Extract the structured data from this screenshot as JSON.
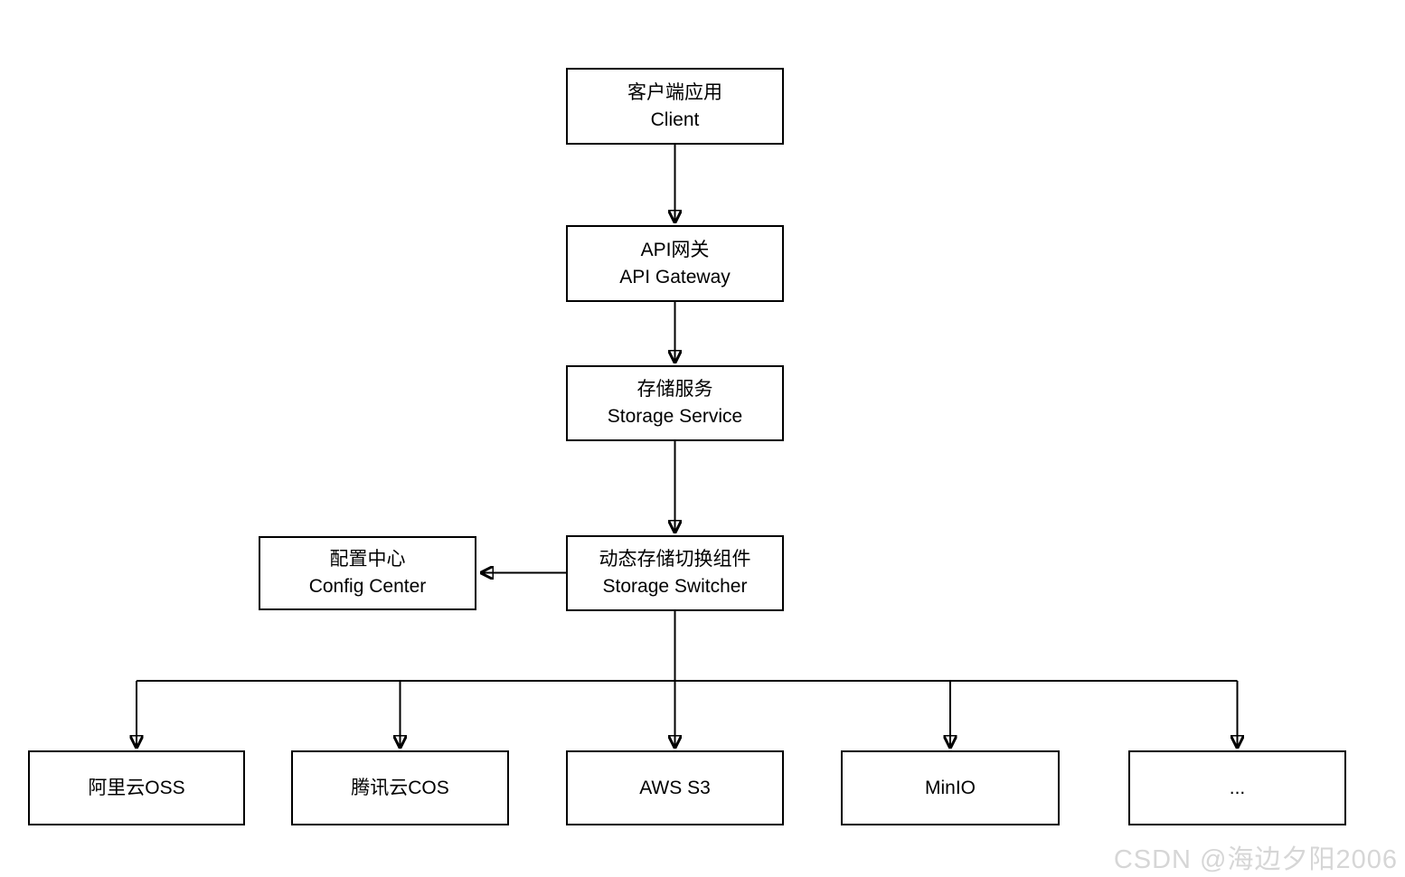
{
  "diagram": {
    "nodes": {
      "client": {
        "zh": "客户端应用",
        "en": "Client"
      },
      "api_gateway": {
        "zh": "API网关",
        "en": "API Gateway"
      },
      "storage_service": {
        "zh": "存储服务",
        "en": "Storage Service"
      },
      "storage_switcher": {
        "zh": "动态存储切换组件",
        "en": "Storage Switcher"
      },
      "config_center": {
        "zh": "配置中心",
        "en": "Config Center"
      },
      "backends": [
        {
          "label": "阿里云OSS"
        },
        {
          "label": "腾讯云COS"
        },
        {
          "label": "AWS S3"
        },
        {
          "label": "MinIO"
        },
        {
          "label": "..."
        }
      ]
    },
    "colors": {
      "line": "#000000",
      "box_border": "#000000",
      "box_fill": "#ffffff",
      "text": "#000000",
      "background": "#ffffff",
      "watermark": "#d6d6d6"
    }
  },
  "watermark": {
    "text": "CSDN @海边夕阳2006"
  }
}
